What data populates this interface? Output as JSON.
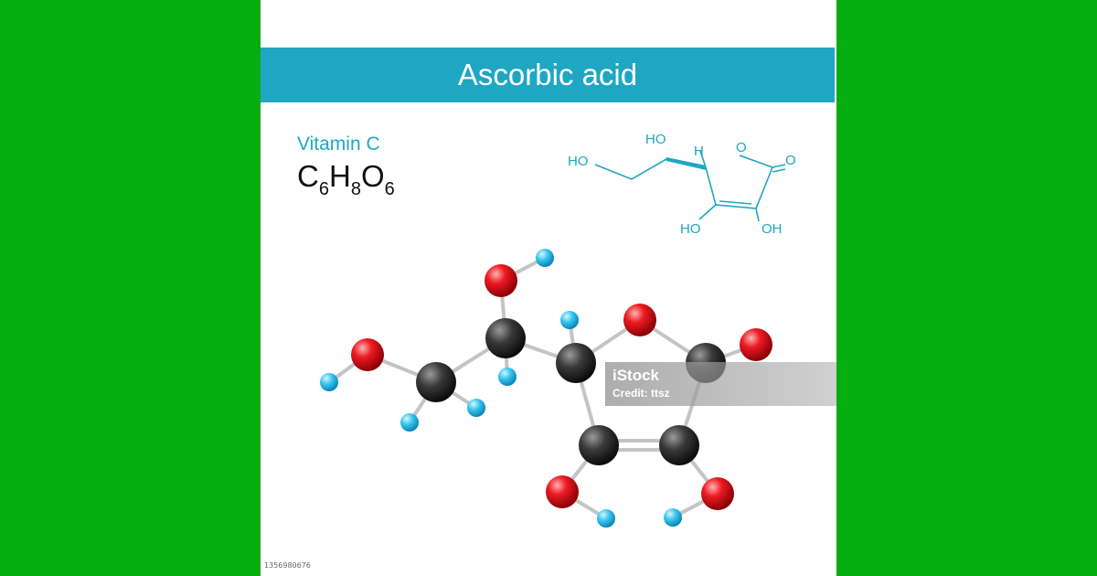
{
  "title": "Ascorbic acid",
  "subtitle": "Vitamin C",
  "formula": {
    "elements": [
      "C",
      "H",
      "O"
    ],
    "counts": [
      "6",
      "8",
      "6"
    ]
  },
  "structure_labels": {
    "ho_left": "HO",
    "ho_top": "HO",
    "h_stereo": "H",
    "ring_o": "O",
    "carbonyl_o": "O",
    "ho_bottom_left": "HO",
    "oh_bottom_right": "OH"
  },
  "model_colors": {
    "carbon": "#2a2a2a",
    "oxygen": "#e0141c",
    "hydrogen": "#35c3ee",
    "skeletal": "#1fa6c3",
    "header": "#1fa6c3",
    "background": "#06ad10"
  },
  "watermark": {
    "brand": "iStock",
    "credit": "Credit: ttsz"
  },
  "image_id": "1356980676"
}
